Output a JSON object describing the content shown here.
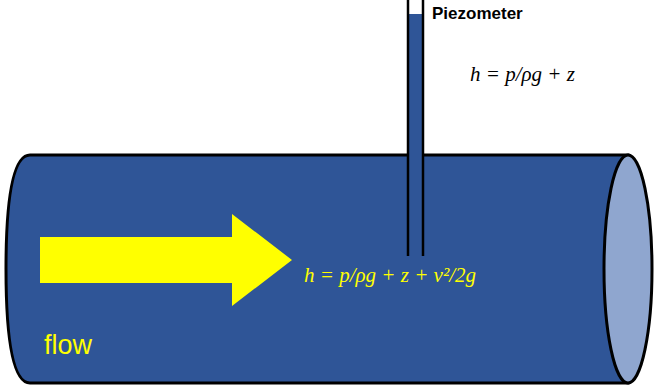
{
  "diagram": {
    "nodes": [
      {
        "text": [
          "flow",
          "h = p/ρg + z + v²/2g"
        ]
      }
    ],
    "labels": [
      "Piezometer",
      "h = p/ρg + z"
    ]
  }
}
